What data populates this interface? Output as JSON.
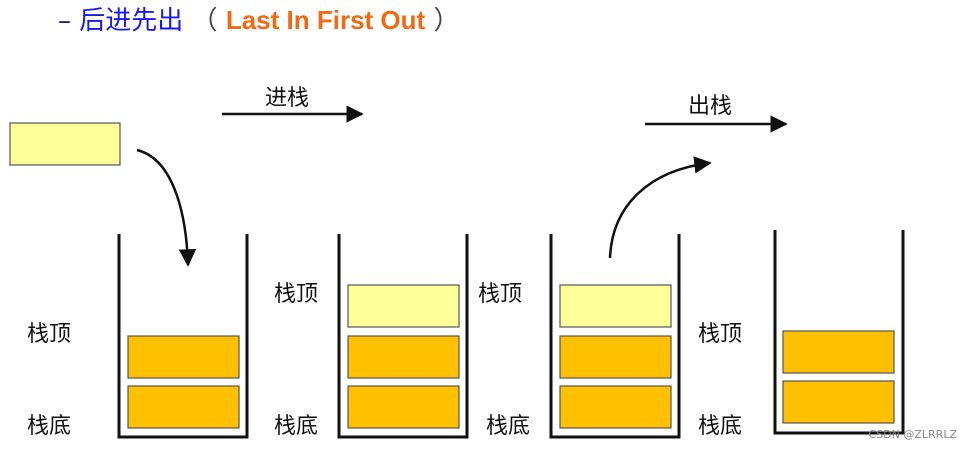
{
  "title": {
    "dash": "–",
    "zh": "后进先出",
    "open_paren": "（",
    "en": "Last In First Out",
    "close_paren": "）"
  },
  "operations": {
    "push": "进栈",
    "pop": "出栈"
  },
  "labels": {
    "top": "栈顶",
    "bottom": "栈底"
  },
  "colors": {
    "stack_item": "#ffc000",
    "new_item": "#ffff99",
    "title_zh": "#1a1ae6",
    "title_en": "#f06a12"
  },
  "watermark": "CSDN @ZLRRLZ"
}
